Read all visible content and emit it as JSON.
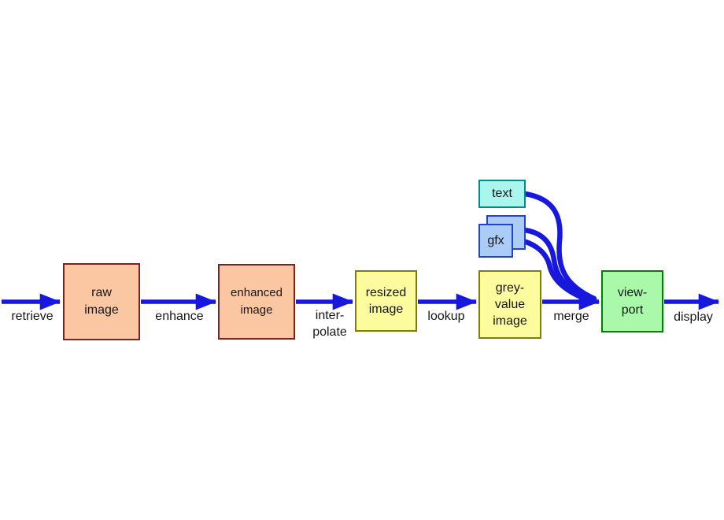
{
  "diagram": {
    "description": "image display pipeline flow diagram",
    "nodes": {
      "raw": {
        "lines": [
          "raw",
          "image"
        ]
      },
      "enhanced": {
        "lines": [
          "enhanced",
          "image"
        ]
      },
      "resized": {
        "lines": [
          "resized",
          "image"
        ]
      },
      "greyvalue": {
        "lines": [
          "grey-",
          "value",
          "image"
        ]
      },
      "viewport": {
        "lines": [
          "view-",
          "port"
        ]
      },
      "text": {
        "label": "text"
      },
      "gfx": {
        "label": "gfx"
      }
    },
    "edges": {
      "retrieve": {
        "label": "retrieve"
      },
      "enhance": {
        "label": "enhance"
      },
      "interpolate": {
        "lines": [
          "inter-",
          "polate"
        ]
      },
      "lookup": {
        "label": "lookup"
      },
      "merge": {
        "label": "merge"
      },
      "display": {
        "label": "display"
      },
      "text_to_merge": {
        "label": ""
      },
      "gfx_to_merge": {
        "label": ""
      }
    },
    "colors": {
      "arrow_blue": "#1717dd",
      "salmon_fill": "#fbc7a3",
      "salmon_border": "#7b241e",
      "yellow_fill": "#fcfc9e",
      "yellow_border": "#7f7f00",
      "green_fill": "#aaf9aa",
      "green_border": "#008000",
      "cyan_fill": "#aaf6ef",
      "cyan_border": "#008b8b",
      "blue_fill": "#aaccf7",
      "blue_border": "#2244cc",
      "background": "#ffffff"
    }
  }
}
